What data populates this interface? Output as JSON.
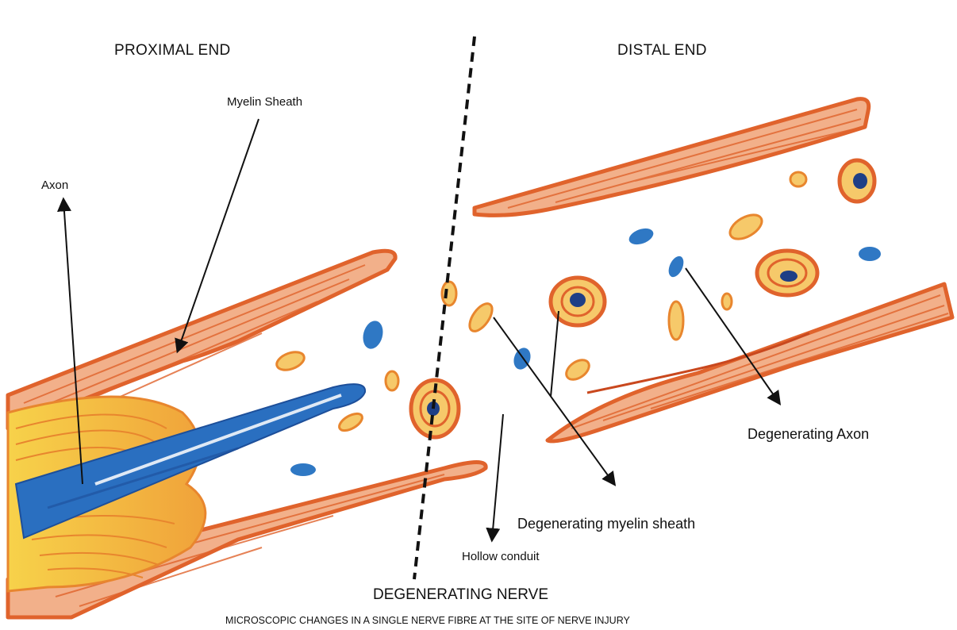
{
  "headings": {
    "proximal": "PROXIMAL END",
    "distal": "DISTAL END",
    "center": "DEGENERATING NERVE",
    "caption": "MICROSCOPIC CHANGES IN A SINGLE NERVE FIBRE AT THE SITE OF NERVE INJURY"
  },
  "labels": {
    "myelin_sheath": "Myelin Sheath",
    "axon": "Axon",
    "degenerating_axon": "Degenerating Axon",
    "degenerating_myelin": "Degenerating myelin sheath",
    "hollow_conduit": "Hollow conduit"
  },
  "colors": {
    "sheath": "#e0632c",
    "sheath_dark": "#c9481e",
    "axon": "#2a6fc0",
    "axon_dark": "#1d4f9a",
    "myelin_yellow": "#f4c73e",
    "fragment_fill": "#f6c96a",
    "nucleus": "#1f3f86",
    "blue_blob": "#2f78c4",
    "ink": "#111111"
  }
}
